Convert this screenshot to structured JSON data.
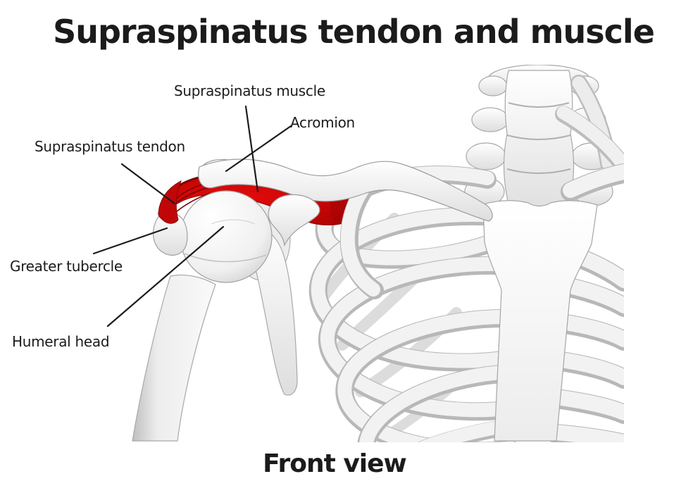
{
  "title": "Supraspinatus tendon and muscle",
  "caption": "Front view",
  "labels": {
    "supraspinatus_muscle": "Supraspinatus muscle",
    "acromion": "Acromion",
    "supraspinatus_tendon": "Supraspinatus tendon",
    "greater_tubercle": "Greater tubercle",
    "humeral_head": "Humeral head"
  },
  "figure": {
    "subject": "Front view of right shoulder and upper rib cage skeleton",
    "highlighted_structure": "Supraspinatus muscle and tendon"
  },
  "colors": {
    "background": "#ffffff",
    "text": "#1b1b1b",
    "leader_line": "#1c1c1c",
    "bone_fill": "#f2f2f2",
    "bone_shadow": "#b8b8b8",
    "bone_outline": "#a5a5a5",
    "highlight_red": "#cc0505",
    "highlight_red_dark": "#7c0404"
  }
}
